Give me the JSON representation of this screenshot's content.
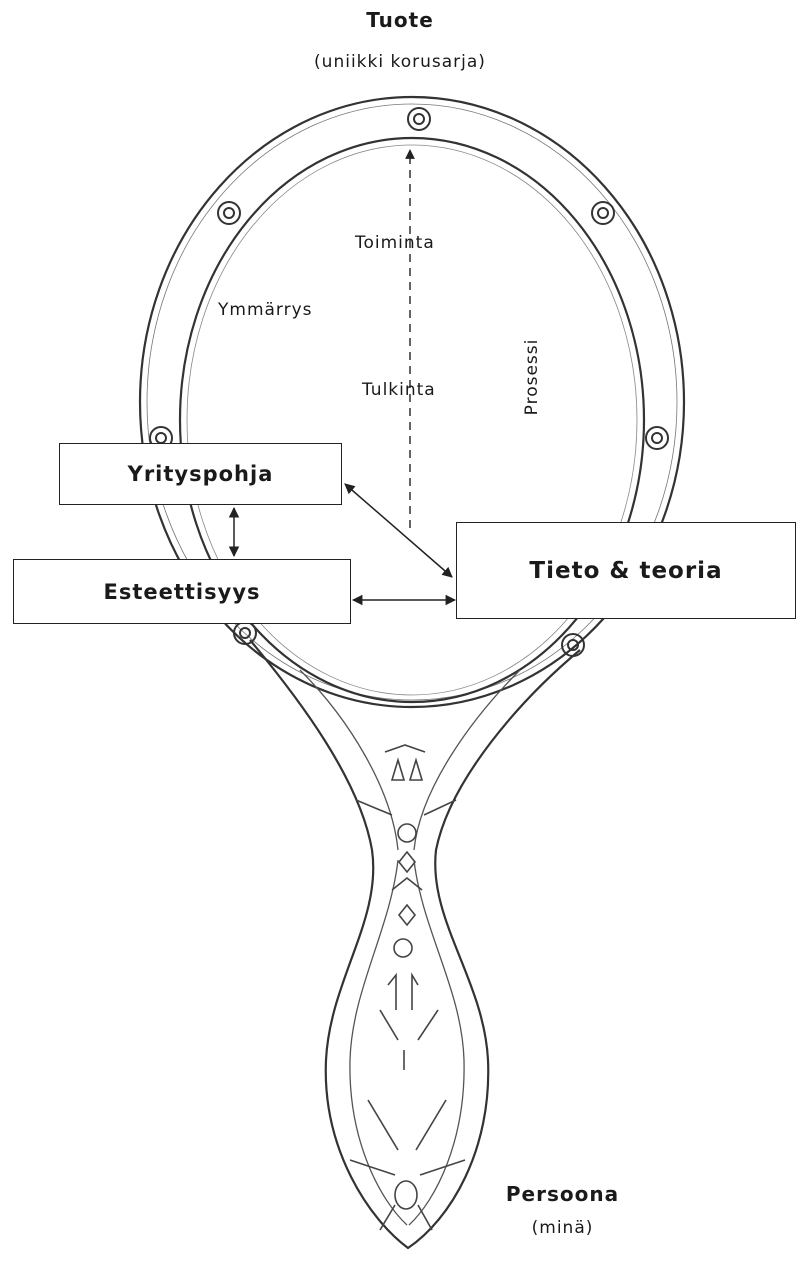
{
  "top_label": {
    "title": "Tuote",
    "subtitle": "(uniikki korusarja)"
  },
  "bottom_label": {
    "title": "Persoona",
    "subtitle": "(minä)"
  },
  "inner_labels": {
    "toiminta": "Toiminta",
    "ymmarrys": "Ymmärrys",
    "tulkinta": "Tulkinta",
    "prosessi": "Prosessi"
  },
  "boxes": {
    "yrityspohja": "Yrityspohja",
    "esteettisyys": "Esteettisyys",
    "tieto_teoria": "Tieto & teoria"
  },
  "colors": {
    "ink": "#222222",
    "background": "#ffffff"
  }
}
